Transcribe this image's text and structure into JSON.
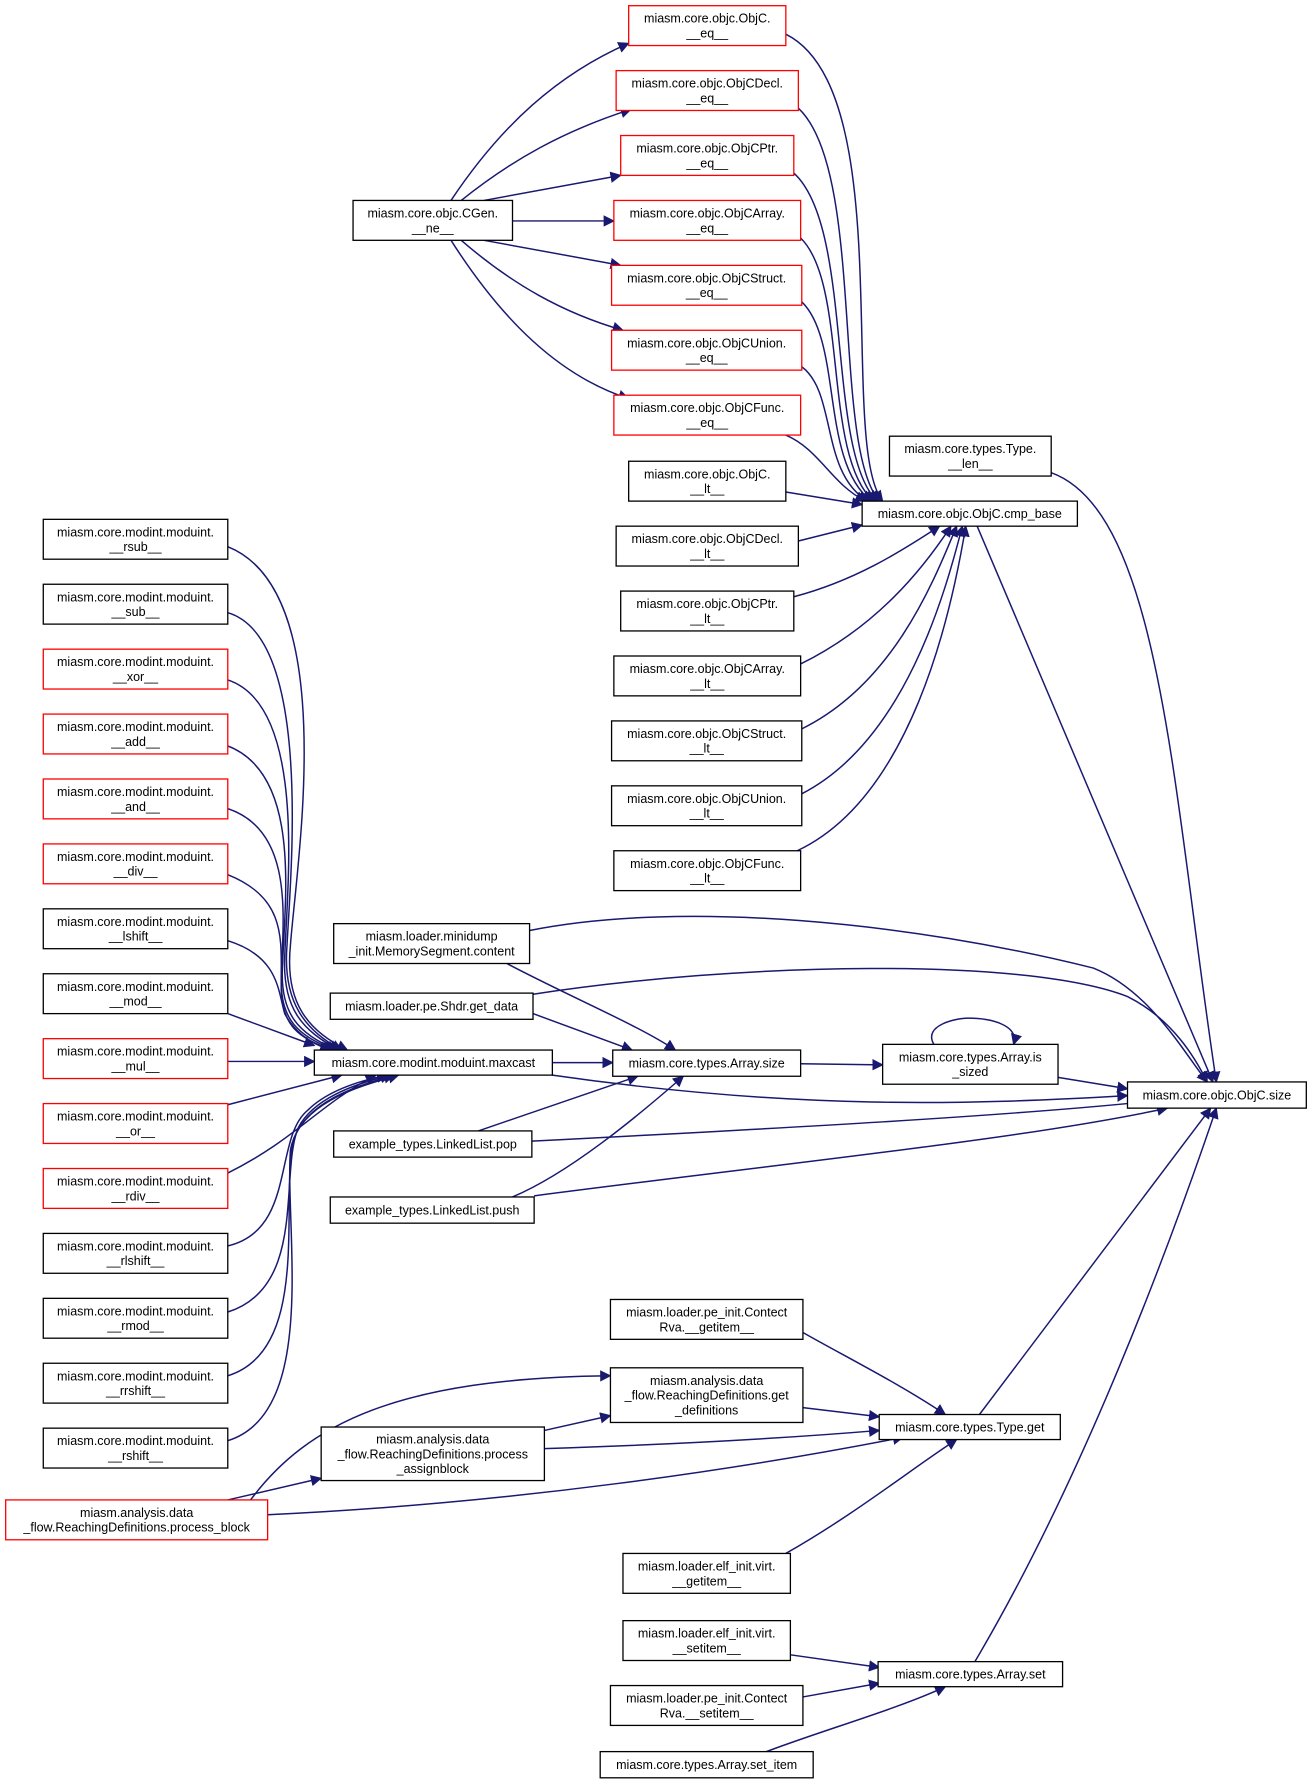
{
  "colors": {
    "edge": "#191970",
    "border_black": "#000000",
    "border_red": "#ff0000",
    "focus_fill": "#bfbfbf"
  },
  "nodes": [
    {
      "id": "objc_size",
      "lines": [
        "miasm.core.objc.ObjC.size"
      ],
      "border": "black",
      "focus": true
    },
    {
      "id": "cmp_base",
      "lines": [
        "miasm.core.objc.ObjC.cmp_base"
      ],
      "border": "black"
    },
    {
      "id": "type_len",
      "lines": [
        "miasm.core.types.Type.",
        "__len__"
      ],
      "border": "black"
    },
    {
      "id": "cgen_ne",
      "lines": [
        "miasm.core.objc.CGen.",
        "__ne__"
      ],
      "border": "black"
    },
    {
      "id": "objc_eq",
      "lines": [
        "miasm.core.objc.ObjC.",
        "__eq__"
      ],
      "border": "red"
    },
    {
      "id": "objcdecl_eq",
      "lines": [
        "miasm.core.objc.ObjCDecl.",
        "__eq__"
      ],
      "border": "red"
    },
    {
      "id": "objcptr_eq",
      "lines": [
        "miasm.core.objc.ObjCPtr.",
        "__eq__"
      ],
      "border": "red"
    },
    {
      "id": "objcarray_eq",
      "lines": [
        "miasm.core.objc.ObjCArray.",
        "__eq__"
      ],
      "border": "red"
    },
    {
      "id": "objcstruct_eq",
      "lines": [
        "miasm.core.objc.ObjCStruct.",
        "__eq__"
      ],
      "border": "red"
    },
    {
      "id": "objcunion_eq",
      "lines": [
        "miasm.core.objc.ObjCUnion.",
        "__eq__"
      ],
      "border": "red"
    },
    {
      "id": "objcfunc_eq",
      "lines": [
        "miasm.core.objc.ObjCFunc.",
        "__eq__"
      ],
      "border": "red"
    },
    {
      "id": "objc_lt",
      "lines": [
        "miasm.core.objc.ObjC.",
        "__lt__"
      ],
      "border": "black"
    },
    {
      "id": "objcdecl_lt",
      "lines": [
        "miasm.core.objc.ObjCDecl.",
        "__lt__"
      ],
      "border": "black"
    },
    {
      "id": "objcptr_lt",
      "lines": [
        "miasm.core.objc.ObjCPtr.",
        "__lt__"
      ],
      "border": "black"
    },
    {
      "id": "objcarray_lt",
      "lines": [
        "miasm.core.objc.ObjCArray.",
        "__lt__"
      ],
      "border": "black"
    },
    {
      "id": "objcstruct_lt",
      "lines": [
        "miasm.core.objc.ObjCStruct.",
        "__lt__"
      ],
      "border": "black"
    },
    {
      "id": "objcunion_lt",
      "lines": [
        "miasm.core.objc.ObjCUnion.",
        "__lt__"
      ],
      "border": "black"
    },
    {
      "id": "objcfunc_lt",
      "lines": [
        "miasm.core.objc.ObjCFunc.",
        "__lt__"
      ],
      "border": "black"
    },
    {
      "id": "rsub",
      "lines": [
        "miasm.core.modint.moduint.",
        "__rsub__"
      ],
      "border": "black"
    },
    {
      "id": "sub",
      "lines": [
        "miasm.core.modint.moduint.",
        "__sub__"
      ],
      "border": "black"
    },
    {
      "id": "xor",
      "lines": [
        "miasm.core.modint.moduint.",
        "__xor__"
      ],
      "border": "red"
    },
    {
      "id": "add",
      "lines": [
        "miasm.core.modint.moduint.",
        "__add__"
      ],
      "border": "red"
    },
    {
      "id": "and",
      "lines": [
        "miasm.core.modint.moduint.",
        "__and__"
      ],
      "border": "red"
    },
    {
      "id": "div",
      "lines": [
        "miasm.core.modint.moduint.",
        "__div__"
      ],
      "border": "red"
    },
    {
      "id": "lshift",
      "lines": [
        "miasm.core.modint.moduint.",
        "__lshift__"
      ],
      "border": "black"
    },
    {
      "id": "mod",
      "lines": [
        "miasm.core.modint.moduint.",
        "__mod__"
      ],
      "border": "black"
    },
    {
      "id": "mul",
      "lines": [
        "miasm.core.modint.moduint.",
        "__mul__"
      ],
      "border": "red"
    },
    {
      "id": "or",
      "lines": [
        "miasm.core.modint.moduint.",
        "__or__"
      ],
      "border": "red"
    },
    {
      "id": "rdiv",
      "lines": [
        "miasm.core.modint.moduint.",
        "__rdiv__"
      ],
      "border": "red"
    },
    {
      "id": "rlshift",
      "lines": [
        "miasm.core.modint.moduint.",
        "__rlshift__"
      ],
      "border": "black"
    },
    {
      "id": "rmod",
      "lines": [
        "miasm.core.modint.moduint.",
        "__rmod__"
      ],
      "border": "black"
    },
    {
      "id": "rrshift",
      "lines": [
        "miasm.core.modint.moduint.",
        "__rrshift__"
      ],
      "border": "black"
    },
    {
      "id": "rshift",
      "lines": [
        "miasm.core.modint.moduint.",
        "__rshift__"
      ],
      "border": "black"
    },
    {
      "id": "maxcast",
      "lines": [
        "miasm.core.modint.moduint.maxcast"
      ],
      "border": "black"
    },
    {
      "id": "minidump_content",
      "lines": [
        "miasm.loader.minidump",
        "_init.MemorySegment.content"
      ],
      "border": "black"
    },
    {
      "id": "shdr_get_data",
      "lines": [
        "miasm.loader.pe.Shdr.get_data"
      ],
      "border": "black"
    },
    {
      "id": "array_size",
      "lines": [
        "miasm.core.types.Array.size"
      ],
      "border": "black"
    },
    {
      "id": "array_is_sized",
      "lines": [
        "miasm.core.types.Array.is",
        "_sized"
      ],
      "border": "black"
    },
    {
      "id": "ll_pop",
      "lines": [
        "example_types.LinkedList.pop"
      ],
      "border": "black"
    },
    {
      "id": "ll_push",
      "lines": [
        "example_types.LinkedList.push"
      ],
      "border": "black"
    },
    {
      "id": "contect_getitem",
      "lines": [
        "miasm.loader.pe_init.Contect",
        "Rva.__getitem__"
      ],
      "border": "black"
    },
    {
      "id": "rd_get_definitions",
      "lines": [
        "miasm.analysis.data",
        "_flow.ReachingDefinitions.get",
        "_definitions"
      ],
      "border": "black"
    },
    {
      "id": "rd_process_assignblock",
      "lines": [
        "miasm.analysis.data",
        "_flow.ReachingDefinitions.process",
        "_assignblock"
      ],
      "border": "black"
    },
    {
      "id": "rd_process_block",
      "lines": [
        "miasm.analysis.data",
        "_flow.ReachingDefinitions.process_block"
      ],
      "border": "red"
    },
    {
      "id": "type_get",
      "lines": [
        "miasm.core.types.Type.get"
      ],
      "border": "black"
    },
    {
      "id": "elf_virt_getitem",
      "lines": [
        "miasm.loader.elf_init.virt.",
        "__getitem__"
      ],
      "border": "black"
    },
    {
      "id": "elf_virt_setitem",
      "lines": [
        "miasm.loader.elf_init.virt.",
        "__setitem__"
      ],
      "border": "black"
    },
    {
      "id": "array_set",
      "lines": [
        "miasm.core.types.Array.set"
      ],
      "border": "black"
    },
    {
      "id": "contect_setitem",
      "lines": [
        "miasm.loader.pe_init.Contect",
        "Rva.__setitem__"
      ],
      "border": "black"
    },
    {
      "id": "array_set_item",
      "lines": [
        "miasm.core.types.Array.set_item"
      ],
      "border": "black"
    }
  ]
}
